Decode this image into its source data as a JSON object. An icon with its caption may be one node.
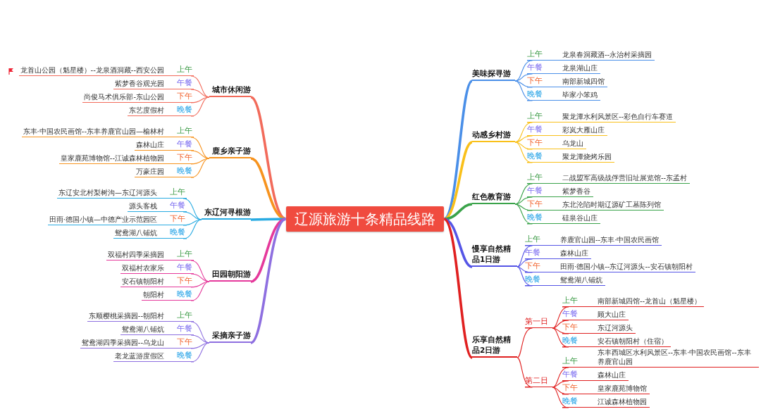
{
  "diagram": {
    "nodes": [
      {
        "text": [
          "辽源旅游十条精品线路"
        ]
      },
      {
        "text": [
          "城市休闲游"
        ]
      },
      {
        "text": [
          "龙首山公园（魁星楼）--龙泉酒洞藏--西安公园",
          "上午"
        ]
      },
      {
        "text": [
          "紫梦香谷观光园",
          "午餐"
        ]
      },
      {
        "text": [
          "尚俊马术俱乐部-东山公园",
          "下午"
        ]
      },
      {
        "text": [
          "东艺度假村",
          "晚餐"
        ]
      },
      {
        "text": [
          "鹿乡亲子游"
        ]
      },
      {
        "text": [
          "东丰·中国农民画馆--东丰养鹿官山园—榆林村",
          "上午"
        ]
      },
      {
        "text": [
          "森林山庄",
          "午餐"
        ]
      },
      {
        "text": [
          "皇家鹿苑博物馆--江诚森林植物园",
          "下午"
        ]
      },
      {
        "text": [
          "万豪庄园",
          "晚餐"
        ]
      },
      {
        "text": [
          "东辽河寻根游"
        ]
      },
      {
        "text": [
          "东辽安北村梨树沟—东辽河源头",
          "上午"
        ]
      },
      {
        "text": [
          "源头客栈",
          "午餐"
        ]
      },
      {
        "text": [
          "田雨·德国小镇—中德产业示范园区",
          "下午"
        ]
      },
      {
        "text": [
          "鸳鸯湖八铺炕",
          "晚餐"
        ]
      },
      {
        "text": [
          "田园朝阳游"
        ]
      },
      {
        "text": [
          "双福村四季采摘园",
          "上午"
        ]
      },
      {
        "text": [
          "双福村农家乐",
          "午餐"
        ]
      },
      {
        "text": [
          "安石镇朝阳村",
          "下午"
        ]
      },
      {
        "text": [
          "朝阳村",
          "晚餐"
        ]
      },
      {
        "text": [
          "采摘亲子游"
        ]
      },
      {
        "text": [
          "东顺樱桃采摘园--朝阳村",
          "上午"
        ]
      },
      {
        "text": [
          "鸳鸯湖八铺炕",
          "午餐"
        ]
      },
      {
        "text": [
          "鸳鸯湖四季采摘园--乌龙山",
          "下午"
        ]
      },
      {
        "text": [
          "老龙蓝游度假区",
          "晚餐"
        ]
      },
      {
        "text": [
          "美味探寻游"
        ]
      },
      {
        "text": [
          "上午",
          "龙泉春洞藏酒--永治村采摘园"
        ]
      },
      {
        "text": [
          "午餐",
          "龙泉湖山庄"
        ]
      },
      {
        "text": [
          "下午",
          "南部新城四馆"
        ]
      },
      {
        "text": [
          "晚餐",
          "毕家小笨鸡"
        ]
      },
      {
        "text": [
          "动感乡村游"
        ]
      },
      {
        "text": [
          "上午",
          "聚龙潭水利风景区--彩色自行车赛道"
        ]
      },
      {
        "text": [
          "午餐",
          "彩岚大雁山庄"
        ]
      },
      {
        "text": [
          "下午",
          "乌龙山"
        ]
      },
      {
        "text": [
          "晚餐",
          "聚龙潭烧烤乐园"
        ]
      },
      {
        "text": [
          "红色教育游"
        ]
      },
      {
        "text": [
          "上午",
          "二战盟军高级战俘营旧址展览馆--东孟村"
        ]
      },
      {
        "text": [
          "午餐",
          "紫梦香谷"
        ]
      },
      {
        "text": [
          "下午",
          "东北沦陷时期辽源矿工墓陈列馆"
        ]
      },
      {
        "text": [
          "晚餐",
          "硅泉谷山庄"
        ]
      },
      {
        "text": [
          "慢享自然精品1日游"
        ]
      },
      {
        "text": [
          "上午",
          "养鹿官山园--东丰·中国农民画馆"
        ]
      },
      {
        "text": [
          "午餐",
          "森林山庄"
        ]
      },
      {
        "text": [
          "下午",
          "田雨·德国小镇--东辽河源头--安石镇朝阳村"
        ]
      },
      {
        "text": [
          "晚餐",
          "鸳鸯湖八铺炕"
        ]
      },
      {
        "text": [
          "乐享自然精品2日游"
        ]
      },
      {
        "text": [
          "第一日"
        ]
      },
      {
        "text": [
          "上午",
          "南部新城四馆--龙首山（魁星楼）"
        ]
      },
      {
        "text": [
          "午餐",
          "顾大山庄"
        ]
      },
      {
        "text": [
          "下午",
          "东辽河源头"
        ]
      },
      {
        "text": [
          "晚餐",
          "安石镇朝阳村（住宿）"
        ]
      },
      {
        "text": [
          "第二日"
        ]
      },
      {
        "text": [
          "上午",
          "东丰西城区水利风景区--东丰·中国农民画馆--东丰养鹿官山园"
        ]
      },
      {
        "text": [
          "午餐",
          "森林山庄"
        ]
      },
      {
        "text": [
          "下午",
          "皇家鹿苑博物馆"
        ]
      },
      {
        "text": [
          "晚餐",
          "江诚森林植物园"
        ]
      }
    ],
    "edges": [
      {
        "from": 0,
        "to": 1,
        "arrow": "none",
        "style": "thick",
        "color": "#f26b5b"
      },
      {
        "from": 0,
        "to": 6,
        "arrow": "none",
        "style": "thick",
        "color": "#f7931e"
      },
      {
        "from": 0,
        "to": 11,
        "arrow": "none",
        "style": "thick",
        "color": "#29abe2"
      },
      {
        "from": 0,
        "to": 16,
        "arrow": "none",
        "style": "thick",
        "color": "#e5399b"
      },
      {
        "from": 0,
        "to": 21,
        "arrow": "none",
        "style": "thick",
        "color": "#8e6fe0"
      },
      {
        "from": 0,
        "to": 26,
        "arrow": "none",
        "style": "thick",
        "color": "#4a8fe8"
      },
      {
        "from": 0,
        "to": 31,
        "arrow": "none",
        "style": "thick",
        "color": "#f9c01a"
      },
      {
        "from": 0,
        "to": 36,
        "arrow": "none",
        "style": "thick",
        "color": "#3aa34a"
      },
      {
        "from": 0,
        "to": 41,
        "arrow": "none",
        "style": "thick",
        "color": "#5555e6"
      },
      {
        "from": 0,
        "to": 46,
        "arrow": "none",
        "style": "thick",
        "color": "#e02020"
      },
      {
        "from": 1,
        "to": 2,
        "arrow": "none",
        "color": "#f26b5b"
      },
      {
        "from": 1,
        "to": 3,
        "arrow": "none",
        "color": "#f26b5b"
      },
      {
        "from": 1,
        "to": 4,
        "arrow": "none",
        "color": "#f26b5b"
      },
      {
        "from": 1,
        "to": 5,
        "arrow": "none",
        "color": "#f26b5b"
      },
      {
        "from": 6,
        "to": 7,
        "arrow": "none",
        "color": "#f7931e"
      },
      {
        "from": 6,
        "to": 8,
        "arrow": "none",
        "color": "#f7931e"
      },
      {
        "from": 6,
        "to": 9,
        "arrow": "none",
        "color": "#f7931e"
      },
      {
        "from": 6,
        "to": 10,
        "arrow": "none",
        "color": "#f7931e"
      },
      {
        "from": 11,
        "to": 12,
        "arrow": "none",
        "color": "#29abe2"
      },
      {
        "from": 11,
        "to": 13,
        "arrow": "none",
        "color": "#29abe2"
      },
      {
        "from": 11,
        "to": 14,
        "arrow": "none",
        "color": "#29abe2"
      },
      {
        "from": 11,
        "to": 15,
        "arrow": "none",
        "color": "#29abe2"
      },
      {
        "from": 16,
        "to": 17,
        "arrow": "none",
        "color": "#e5399b"
      },
      {
        "from": 16,
        "to": 18,
        "arrow": "none",
        "color": "#e5399b"
      },
      {
        "from": 16,
        "to": 19,
        "arrow": "none",
        "color": "#e5399b"
      },
      {
        "from": 16,
        "to": 20,
        "arrow": "none",
        "color": "#e5399b"
      },
      {
        "from": 21,
        "to": 22,
        "arrow": "none",
        "color": "#8e6fe0"
      },
      {
        "from": 21,
        "to": 23,
        "arrow": "none",
        "color": "#8e6fe0"
      },
      {
        "from": 21,
        "to": 24,
        "arrow": "none",
        "color": "#8e6fe0"
      },
      {
        "from": 21,
        "to": 25,
        "arrow": "none",
        "color": "#8e6fe0"
      },
      {
        "from": 26,
        "to": 27,
        "arrow": "none",
        "color": "#4a8fe8"
      },
      {
        "from": 26,
        "to": 28,
        "arrow": "none",
        "color": "#4a8fe8"
      },
      {
        "from": 26,
        "to": 29,
        "arrow": "none",
        "color": "#4a8fe8"
      },
      {
        "from": 26,
        "to": 30,
        "arrow": "none",
        "color": "#4a8fe8"
      },
      {
        "from": 31,
        "to": 32,
        "arrow": "none",
        "color": "#f9c01a"
      },
      {
        "from": 31,
        "to": 33,
        "arrow": "none",
        "color": "#f9c01a"
      },
      {
        "from": 31,
        "to": 34,
        "arrow": "none",
        "color": "#f9c01a"
      },
      {
        "from": 31,
        "to": 35,
        "arrow": "none",
        "color": "#f9c01a"
      },
      {
        "from": 36,
        "to": 37,
        "arrow": "none",
        "color": "#3aa34a"
      },
      {
        "from": 36,
        "to": 38,
        "arrow": "none",
        "color": "#3aa34a"
      },
      {
        "from": 36,
        "to": 39,
        "arrow": "none",
        "color": "#3aa34a"
      },
      {
        "from": 36,
        "to": 40,
        "arrow": "none",
        "color": "#3aa34a"
      },
      {
        "from": 41,
        "to": 42,
        "arrow": "none",
        "color": "#5555e6"
      },
      {
        "from": 41,
        "to": 43,
        "arrow": "none",
        "color": "#5555e6"
      },
      {
        "from": 41,
        "to": 44,
        "arrow": "none",
        "color": "#5555e6"
      },
      {
        "from": 41,
        "to": 45,
        "arrow": "none",
        "color": "#5555e6"
      },
      {
        "from": 46,
        "to": 47,
        "arrow": "none",
        "color": "#e02020"
      },
      {
        "from": 46,
        "to": 52,
        "arrow": "none",
        "color": "#e02020"
      },
      {
        "from": 47,
        "to": 48,
        "arrow": "none",
        "color": "#e02020"
      },
      {
        "from": 47,
        "to": 49,
        "arrow": "none",
        "color": "#e02020"
      },
      {
        "from": 47,
        "to": 50,
        "arrow": "none",
        "color": "#e02020"
      },
      {
        "from": 47,
        "to": 51,
        "arrow": "none",
        "color": "#e02020"
      },
      {
        "from": 52,
        "to": 53,
        "arrow": "none",
        "color": "#e02020"
      },
      {
        "from": 52,
        "to": 54,
        "arrow": "none",
        "color": "#e02020"
      },
      {
        "from": 52,
        "to": 55,
        "arrow": "none",
        "color": "#e02020"
      },
      {
        "from": 52,
        "to": 56,
        "arrow": "none",
        "color": "#e02020"
      }
    ]
  }
}
